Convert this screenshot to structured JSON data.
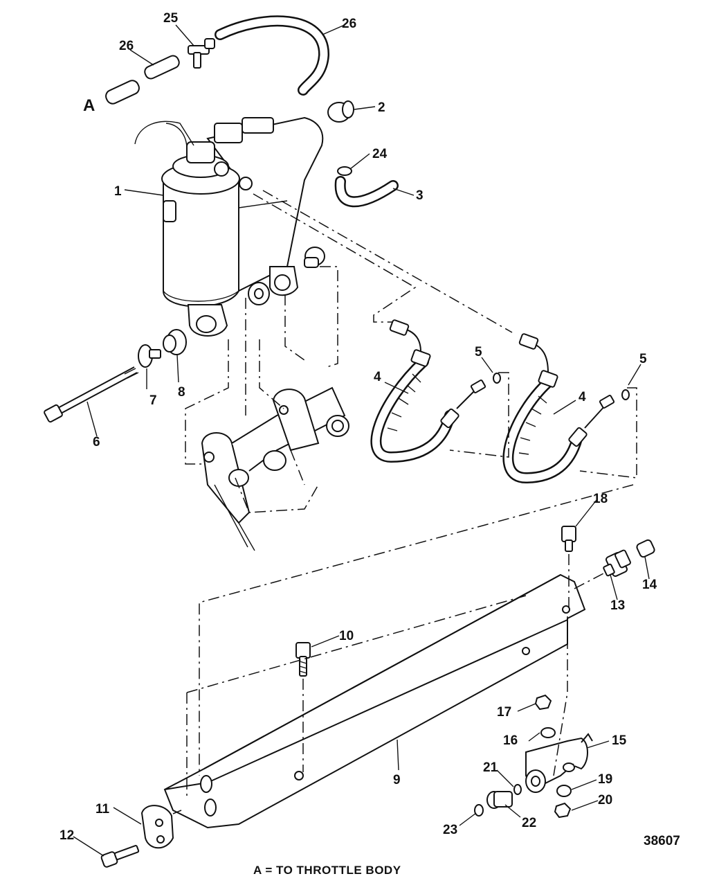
{
  "callouts": {
    "c1": "1",
    "c2": "2",
    "c3": "3",
    "c4a": "4",
    "c4b": "4",
    "c5a": "5",
    "c5b": "5",
    "c6": "6",
    "c7": "7",
    "c8": "8",
    "c9": "9",
    "c10": "10",
    "c11": "11",
    "c12": "12",
    "c13": "13",
    "c14": "14",
    "c15": "15",
    "c16": "16",
    "c17": "17",
    "c18": "18",
    "c19": "19",
    "c20": "20",
    "c21": "21",
    "c22": "22",
    "c23": "23",
    "c24": "24",
    "c25": "25",
    "c26a": "26",
    "c26b": "26"
  },
  "marker_a": "A",
  "caption": "A = TO THROTTLE BODY",
  "figure_number": "38607"
}
